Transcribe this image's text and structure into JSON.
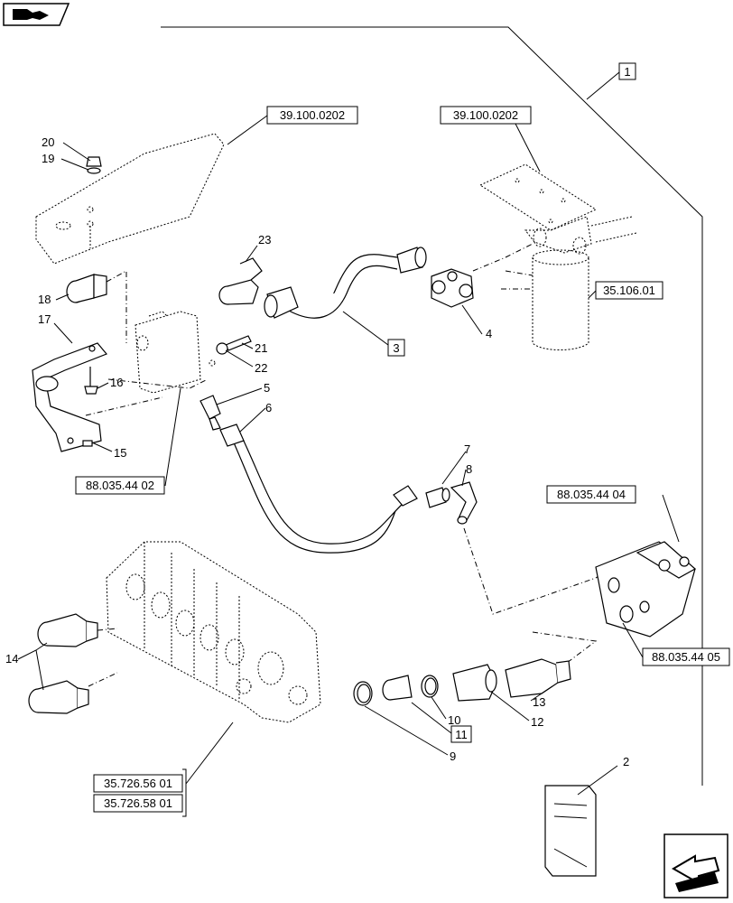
{
  "header_icon": "book-arrow-icon",
  "footer_icon": "next-page-arrow-icon",
  "references": {
    "r1": "39.100.0202",
    "r2": "39.100.0202",
    "r3": "35.106.01",
    "r4": "88.035.44 02",
    "r5": "88.035.44 04",
    "r6": "88.035.44 05",
    "r7": "35.726.56 01",
    "r8": "35.726.58 01"
  },
  "boxed_numbers": {
    "b1": "1",
    "b3": "3",
    "b11": "11"
  },
  "callouts": {
    "c2": "2",
    "c4": "4",
    "c5": "5",
    "c6": "6",
    "c7": "7",
    "c8": "8",
    "c9": "9",
    "c10": "10",
    "c12": "12",
    "c13": "13",
    "c14": "14",
    "c15": "15",
    "c16": "16",
    "c17": "17",
    "c18": "18",
    "c19": "19",
    "c20": "20",
    "c21": "21",
    "c22": "22",
    "c23": "23"
  }
}
